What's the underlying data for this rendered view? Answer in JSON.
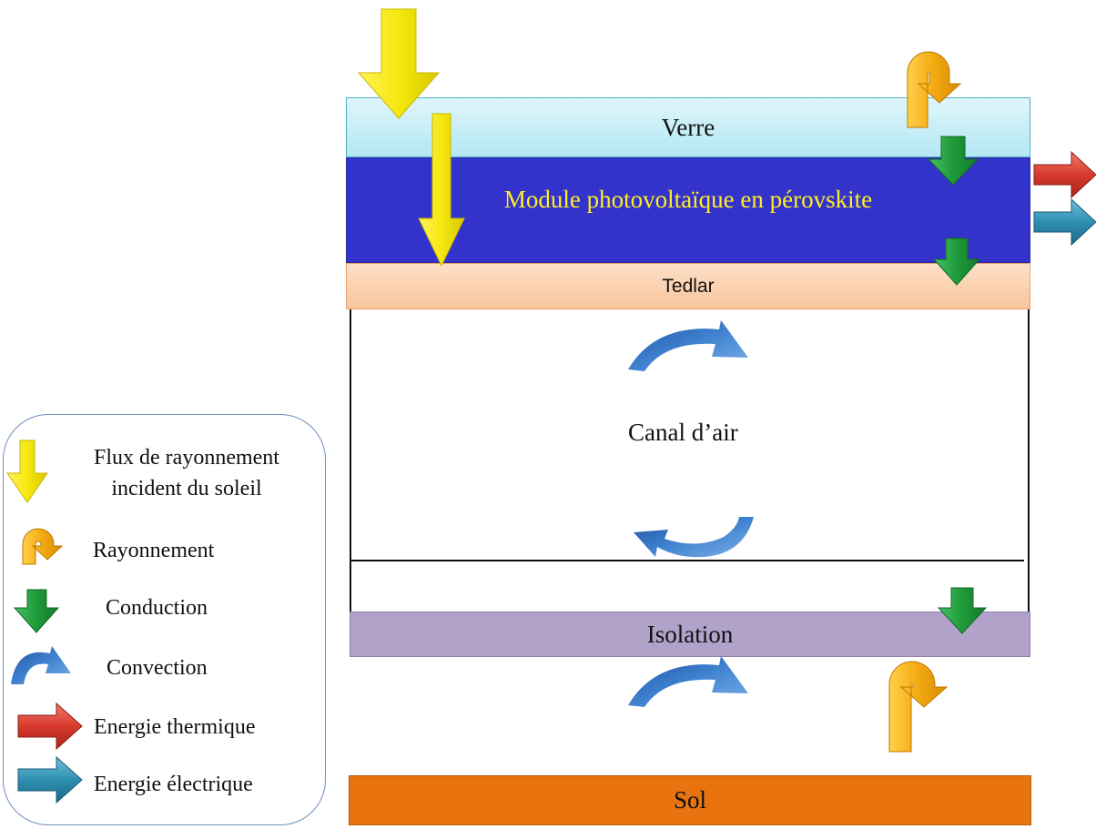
{
  "layers": {
    "verre": "Verre",
    "module": "Module photovoltaïque en pérovskite",
    "tedlar": "Tedlar",
    "air_channel": "Canal d’air",
    "isolation": "Isolation",
    "sol": "Sol"
  },
  "legend": {
    "solar_flux_line1": "Flux de rayonnement",
    "solar_flux_line2": "incident du soleil",
    "radiation": "Rayonnement",
    "conduction": "Conduction",
    "convection": "Convection",
    "thermal_energy": "Energie thermique",
    "electrical_energy": "Energie électrique"
  },
  "colors": {
    "solar_flux": "#f5e80e",
    "radiation": "#f0a812",
    "conduction": "#1f9a3a",
    "convection": "#2f6cc0",
    "thermal_energy": "#d83a2c",
    "electrical_energy": "#2e8fb0",
    "module_text": "#ffee22"
  },
  "icons": [
    "solar-flux-arrow-icon",
    "radiation-hook-arrow-icon",
    "conduction-arrow-icon",
    "convection-curve-arrow-icon",
    "thermal-energy-arrow-icon",
    "electrical-energy-arrow-icon"
  ]
}
